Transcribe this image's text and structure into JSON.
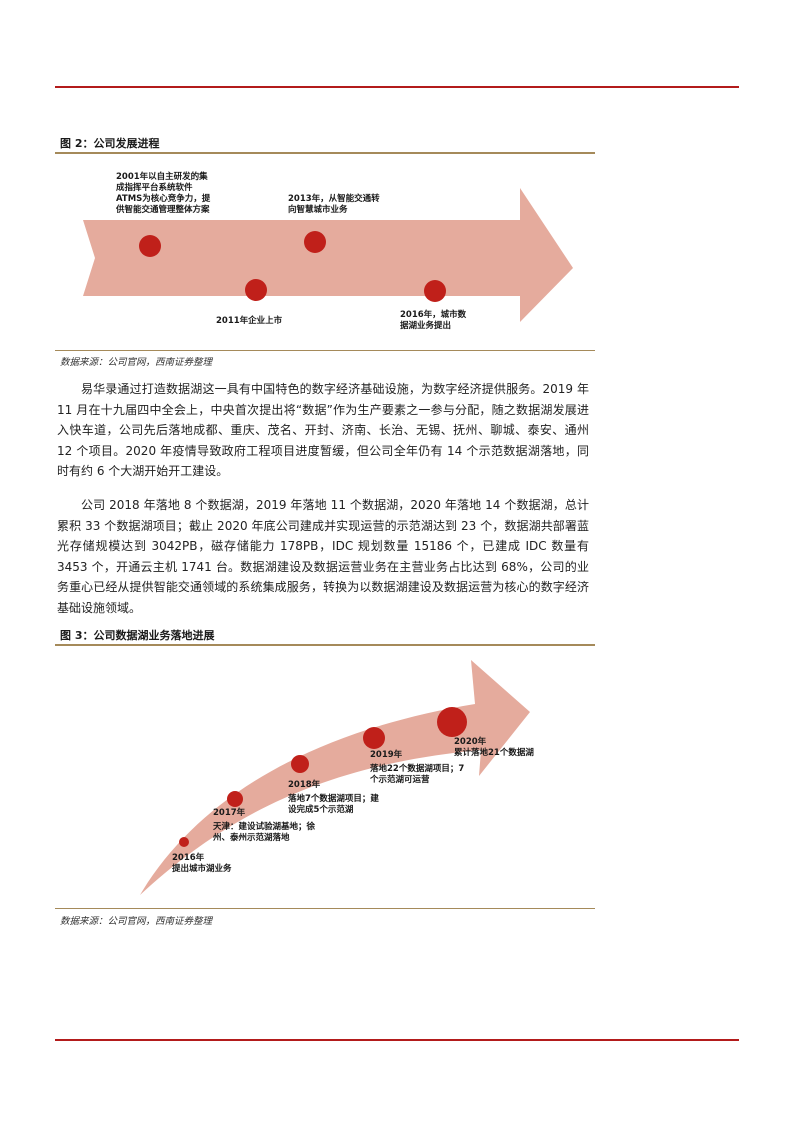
{
  "figure2": {
    "title": "图 2：公司发展进程",
    "labels": {
      "m2001": "2001年以自主研发的集成指挥平台系统软件ATMS为核心竞争力，提供智能交通管理整体方案",
      "m2013": "2013年，从智能交通转向智慧城市业务",
      "m2011": "2011年企业上市",
      "m2016": "2016年，城市数据湖业务提出"
    },
    "source": "数据来源：公司官网，西南证券整理"
  },
  "paragraphs": {
    "p1": "易华录通过打造数据湖这一具有中国特色的数字经济基础设施，为数字经济提供服务。2019 年 11 月在十九届四中全会上，中央首次提出将“数据”作为生产要素之一参与分配，随之数据湖发展进入快车道，公司先后落地成都、重庆、茂名、开封、济南、长治、无锡、抚州、聊城、泰安、通州 12 个项目。2020 年疫情导致政府工程项目进度暂缓，但公司全年仍有 14 个示范数据湖落地，同时有约 6 个大湖开始开工建设。",
    "p2": "公司 2018 年落地 8 个数据湖，2019 年落地 11 个数据湖，2020 年落地 14 个数据湖，总计累积 33 个数据湖项目；截止 2020 年底公司建成并实现运营的示范湖达到 23 个，数据湖共部署蓝光存储规模达到 3042PB，磁存储能力 178PB，IDC 规划数量 15186 个，已建成 IDC 数量有 3453 个，开通云主机 1741 台。数据湖建设及数据运营业务在主营业务占比达到 68%，公司的业务重心已经从提供智能交通领域的系统集成服务，转换为以数据湖建设及数据运营为核心的数字经济基础设施领域。"
  },
  "figure3": {
    "title": "图 3：公司数据湖业务落地进展",
    "milestones": [
      {
        "year": "2016年",
        "text": "提出城市湖业务"
      },
      {
        "year": "2017年",
        "text": "天津：建设试验湖基地；徐州、泰州示范湖落地"
      },
      {
        "year": "2018年",
        "text": "落地7个数据湖项目；建设完成5个示范湖"
      },
      {
        "year": "2019年",
        "text": "落地22个数据湖项目；7个示范湖可运营"
      },
      {
        "year": "2020年",
        "text": "累计落地21个数据湖"
      }
    ],
    "source": "数据来源：公司官网，西南证券整理"
  },
  "colors": {
    "accent_red": "#b31b1b",
    "arrow_fill": "#e5ab9d",
    "dot_red": "#c0201a",
    "rule_gold": "#a58a5a"
  }
}
